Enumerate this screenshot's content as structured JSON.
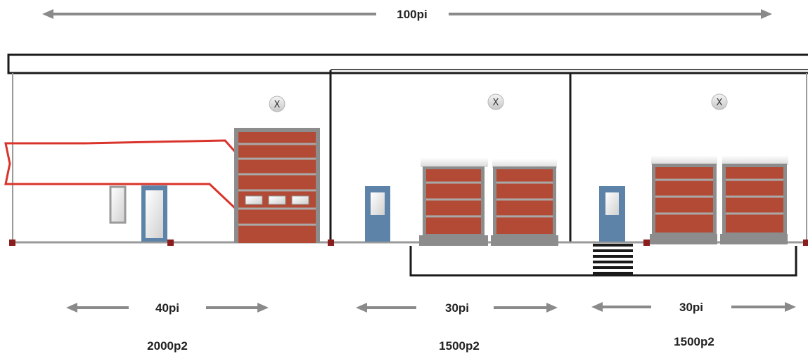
{
  "overall_width": {
    "label": "100pi"
  },
  "units": [
    {
      "width_label": "40pi",
      "area_label": "2000p2",
      "marker": "X"
    },
    {
      "width_label": "30pi",
      "area_label": "1500p2",
      "marker": "X"
    },
    {
      "width_label": "30pi",
      "area_label": "1500p2",
      "marker": "X"
    }
  ],
  "colors": {
    "arrow": "#8a8a8a",
    "wall_line": "#1a1a1a",
    "floor_line": "#9a9a9a",
    "brick": "#b24a35",
    "door_frame": "#8c8c8c",
    "door_slat": "#a9a9a9",
    "man_door": "#5d84a8",
    "corner_post": "#8b1d1d",
    "sign_outline": "#d9342b",
    "dock_base": "#8c8c8c"
  }
}
